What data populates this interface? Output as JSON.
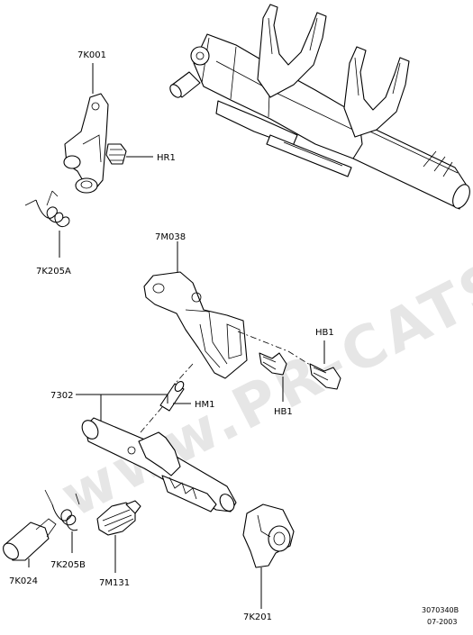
{
  "watermark": "www.PR-CATS.RU",
  "labels": {
    "7k001": "7K001",
    "hr1": "HR1",
    "7k205a": "7K205A",
    "7m038": "7M038",
    "hb1_top": "HB1",
    "hb1_bottom": "HB1",
    "7302": "7302",
    "hm1": "HM1",
    "7k024": "7K024",
    "7k205b": "7K205B",
    "7m131": "7M131",
    "7k201": "7K201"
  },
  "footer": {
    "code": "3070340B",
    "date": "07-2003"
  }
}
